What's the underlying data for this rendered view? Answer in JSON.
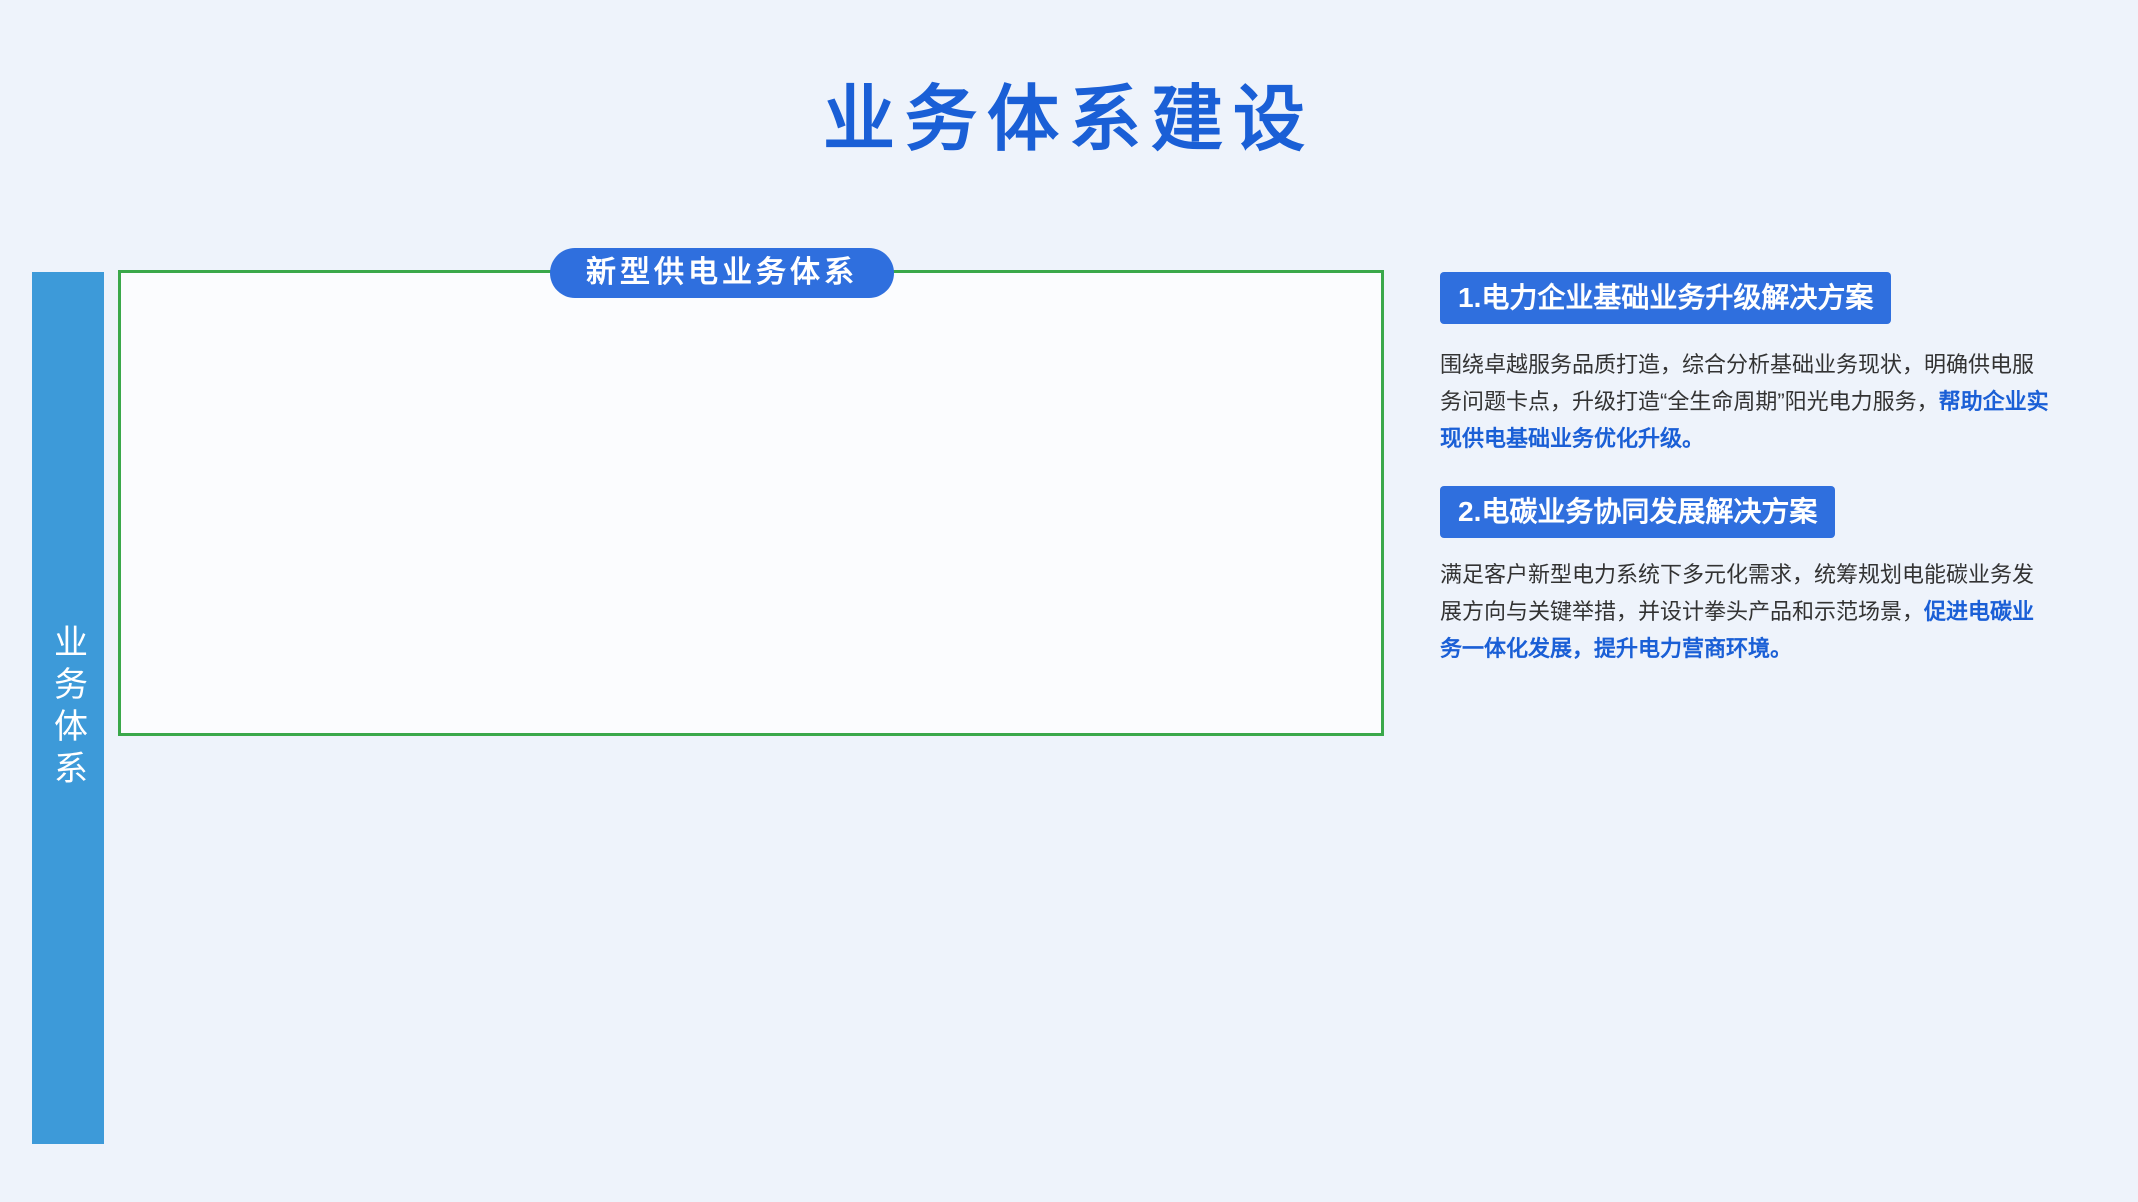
{
  "title": "业务体系建设",
  "sidebar": "业务体系",
  "frame_title": "新型供电业务体系",
  "solutions": [
    {
      "title": "1.电力企业基础业务升级解决方案",
      "body": "围绕卓越服务品质打造，综合分析基础业务现状，明确供电服务问题卡点，升级打造“全生命周期”阳光电力服务，",
      "highlight": "帮助企业实现供电基础业务优化升级。"
    },
    {
      "title": "2.电碳业务协同发展解决方案",
      "body": "满足客户新型电力系统下多元化需求，统筹规划电能碳业务发展方向与关键举措，并设计拳头产品和示范场景，",
      "highlight": "促进电碳业务一体化发展，提升电力营商环境。"
    }
  ]
}
